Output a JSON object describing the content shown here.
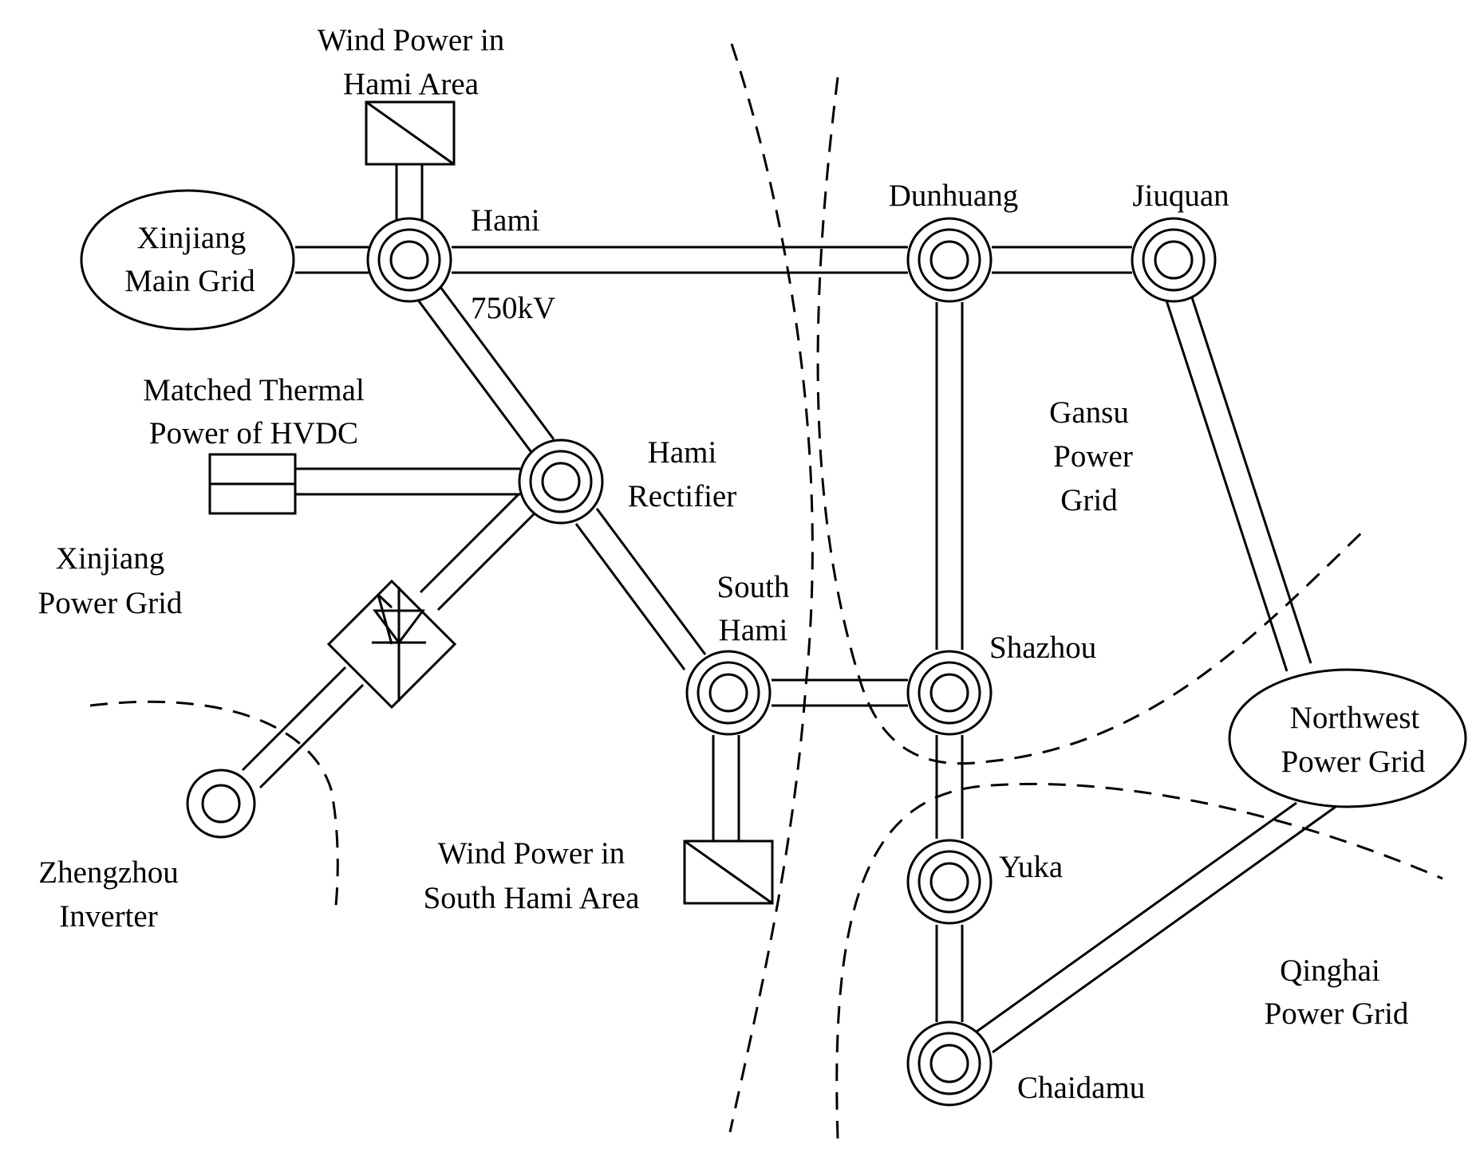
{
  "labels": {
    "wind_hami_1": "Wind Power in",
    "wind_hami_2": "Hami Area",
    "xinjiang_main_1": "Xinjiang",
    "xinjiang_main_2": "Main Grid",
    "hami": "Hami",
    "voltage": "750kV",
    "dunhuang": "Dunhuang",
    "jiuquan": "Jiuquan",
    "thermal_1": "Matched Thermal",
    "thermal_2": "Power of HVDC",
    "rectifier_1": "Hami",
    "rectifier_2": "Rectifier",
    "gansu_1": "Gansu",
    "gansu_2": "Power",
    "gansu_3": "Grid",
    "xinjiang_grid_1": "Xinjiang",
    "xinjiang_grid_2": "Power Grid",
    "south_hami_1": "South",
    "south_hami_2": "Hami",
    "shazhou": "Shazhou",
    "northwest_1": "Northwest",
    "northwest_2": "Power Grid",
    "zhengzhou_1": "Zhengzhou",
    "zhengzhou_2": "Inverter",
    "wind_south_1": "Wind Power in",
    "wind_south_2": "South Hami Area",
    "yuka": "Yuka",
    "qinghai_1": "Qinghai",
    "qinghai_2": "Power Grid",
    "chaidamu": "Chaidamu"
  },
  "colors": {
    "stroke": "#000000",
    "background": "#ffffff"
  }
}
